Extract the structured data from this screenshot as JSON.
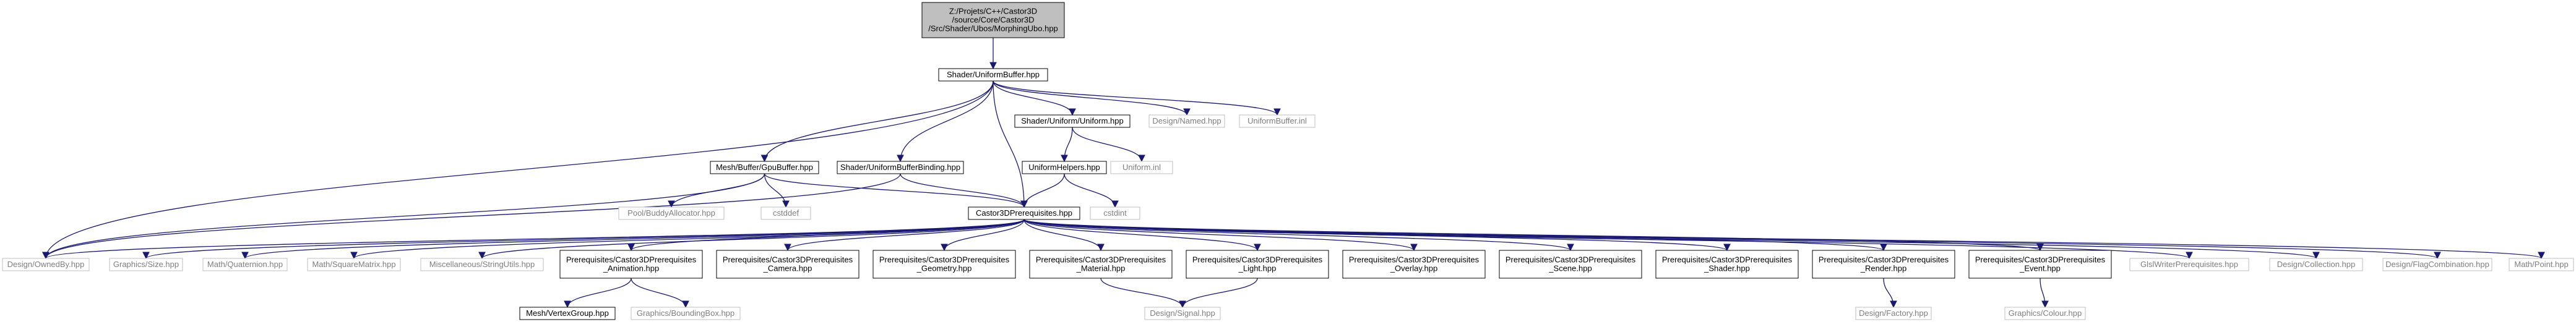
{
  "colors": {
    "edge": "#191970",
    "node_border": "#000000",
    "node_border_light": "#bfbfbf",
    "node_fill": "#ffffff",
    "root_fill": "#bfbfbf",
    "text": "#000000",
    "text_light": "#7f7f7f"
  },
  "nodes": [
    {
      "id": "root",
      "lines": [
        "Z:/Projets/C++/Castor3D",
        "/source/Core/Castor3D",
        "/Src/Shader/Ubos/MorphingUbo.hpp"
      ],
      "kind": "root"
    },
    {
      "id": "uniform_buffer",
      "lines": [
        "Shader/UniformBuffer.hpp"
      ],
      "kind": "documented"
    },
    {
      "id": "gpu_buffer",
      "lines": [
        "Mesh/Buffer/GpuBuffer.hpp"
      ],
      "kind": "documented"
    },
    {
      "id": "ub_binding",
      "lines": [
        "Shader/UniformBufferBinding.hpp"
      ],
      "kind": "documented"
    },
    {
      "id": "uniform",
      "lines": [
        "Shader/Uniform/Uniform.hpp"
      ],
      "kind": "documented"
    },
    {
      "id": "named",
      "lines": [
        "Design/Named.hpp"
      ],
      "kind": "external"
    },
    {
      "id": "ub_inl",
      "lines": [
        "UniformBuffer.inl"
      ],
      "kind": "external"
    },
    {
      "id": "uniform_helpers",
      "lines": [
        "UniformHelpers.hpp"
      ],
      "kind": "documented"
    },
    {
      "id": "uniform_inl",
      "lines": [
        "Uniform.inl"
      ],
      "kind": "external"
    },
    {
      "id": "pool_buddy",
      "lines": [
        "Pool/BuddyAllocator.hpp"
      ],
      "kind": "external"
    },
    {
      "id": "cstddef",
      "lines": [
        "cstddef"
      ],
      "kind": "external"
    },
    {
      "id": "cstdint",
      "lines": [
        "cstdint"
      ],
      "kind": "external"
    },
    {
      "id": "c3d_prereq",
      "lines": [
        "Castor3DPrerequisites.hpp"
      ],
      "kind": "documented"
    },
    {
      "id": "owned_by",
      "lines": [
        "Design/OwnedBy.hpp"
      ],
      "kind": "external"
    },
    {
      "id": "gfx_size",
      "lines": [
        "Graphics/Size.hpp"
      ],
      "kind": "external"
    },
    {
      "id": "quaternion",
      "lines": [
        "Math/Quaternion.hpp"
      ],
      "kind": "external"
    },
    {
      "id": "square_matrix",
      "lines": [
        "Math/SquareMatrix.hpp"
      ],
      "kind": "external"
    },
    {
      "id": "string_utils",
      "lines": [
        "Miscellaneous/StringUtils.hpp"
      ],
      "kind": "external"
    },
    {
      "id": "p_animation",
      "lines": [
        "Prerequisites/Castor3DPrerequisites",
        "_Animation.hpp"
      ],
      "kind": "documented"
    },
    {
      "id": "p_camera",
      "lines": [
        "Prerequisites/Castor3DPrerequisites",
        "_Camera.hpp"
      ],
      "kind": "documented"
    },
    {
      "id": "p_geometry",
      "lines": [
        "Prerequisites/Castor3DPrerequisites",
        "_Geometry.hpp"
      ],
      "kind": "documented"
    },
    {
      "id": "p_material",
      "lines": [
        "Prerequisites/Castor3DPrerequisites",
        "_Material.hpp"
      ],
      "kind": "documented"
    },
    {
      "id": "p_light",
      "lines": [
        "Prerequisites/Castor3DPrerequisites",
        "_Light.hpp"
      ],
      "kind": "documented"
    },
    {
      "id": "p_overlay",
      "lines": [
        "Prerequisites/Castor3DPrerequisites",
        "_Overlay.hpp"
      ],
      "kind": "documented"
    },
    {
      "id": "p_scene",
      "lines": [
        "Prerequisites/Castor3DPrerequisites",
        "_Scene.hpp"
      ],
      "kind": "documented"
    },
    {
      "id": "p_shader",
      "lines": [
        "Prerequisites/Castor3DPrerequisites",
        "_Shader.hpp"
      ],
      "kind": "documented"
    },
    {
      "id": "p_render",
      "lines": [
        "Prerequisites/Castor3DPrerequisites",
        "_Render.hpp"
      ],
      "kind": "documented"
    },
    {
      "id": "p_event",
      "lines": [
        "Prerequisites/Castor3DPrerequisites",
        "_Event.hpp"
      ],
      "kind": "documented"
    },
    {
      "id": "glsl_writer",
      "lines": [
        "GlslWriterPrerequisites.hpp"
      ],
      "kind": "external"
    },
    {
      "id": "collection",
      "lines": [
        "Design/Collection.hpp"
      ],
      "kind": "external"
    },
    {
      "id": "flag_combination",
      "lines": [
        "Design/FlagCombination.hpp"
      ],
      "kind": "external"
    },
    {
      "id": "math_point",
      "lines": [
        "Math/Point.hpp"
      ],
      "kind": "external"
    },
    {
      "id": "vertex_group",
      "lines": [
        "Mesh/VertexGroup.hpp"
      ],
      "kind": "documented"
    },
    {
      "id": "bounding_box",
      "lines": [
        "Graphics/BoundingBox.hpp"
      ],
      "kind": "external"
    },
    {
      "id": "signal",
      "lines": [
        "Design/Signal.hpp"
      ],
      "kind": "external"
    },
    {
      "id": "factory",
      "lines": [
        "Design/Factory.hpp"
      ],
      "kind": "external"
    },
    {
      "id": "colour",
      "lines": [
        "Graphics/Colour.hpp"
      ],
      "kind": "external"
    }
  ],
  "edges": [
    [
      "root",
      "uniform_buffer"
    ],
    [
      "uniform_buffer",
      "gpu_buffer"
    ],
    [
      "uniform_buffer",
      "ub_binding"
    ],
    [
      "uniform_buffer",
      "uniform"
    ],
    [
      "uniform_buffer",
      "named"
    ],
    [
      "uniform_buffer",
      "ub_inl"
    ],
    [
      "uniform_buffer",
      "c3d_prereq"
    ],
    [
      "uniform_buffer",
      "owned_by"
    ],
    [
      "gpu_buffer",
      "pool_buddy"
    ],
    [
      "gpu_buffer",
      "cstddef"
    ],
    [
      "gpu_buffer",
      "c3d_prereq"
    ],
    [
      "gpu_buffer",
      "owned_by"
    ],
    [
      "ub_binding",
      "c3d_prereq"
    ],
    [
      "ub_binding",
      "owned_by"
    ],
    [
      "uniform",
      "uniform_helpers"
    ],
    [
      "uniform",
      "uniform_inl"
    ],
    [
      "uniform_helpers",
      "c3d_prereq"
    ],
    [
      "uniform_helpers",
      "cstdint"
    ],
    [
      "c3d_prereq",
      "owned_by"
    ],
    [
      "c3d_prereq",
      "gfx_size"
    ],
    [
      "c3d_prereq",
      "quaternion"
    ],
    [
      "c3d_prereq",
      "square_matrix"
    ],
    [
      "c3d_prereq",
      "string_utils"
    ],
    [
      "c3d_prereq",
      "p_animation"
    ],
    [
      "c3d_prereq",
      "p_camera"
    ],
    [
      "c3d_prereq",
      "p_geometry"
    ],
    [
      "c3d_prereq",
      "p_material"
    ],
    [
      "c3d_prereq",
      "p_light"
    ],
    [
      "c3d_prereq",
      "p_overlay"
    ],
    [
      "c3d_prereq",
      "p_scene"
    ],
    [
      "c3d_prereq",
      "p_shader"
    ],
    [
      "c3d_prereq",
      "p_render"
    ],
    [
      "c3d_prereq",
      "p_event"
    ],
    [
      "c3d_prereq",
      "glsl_writer"
    ],
    [
      "c3d_prereq",
      "collection"
    ],
    [
      "c3d_prereq",
      "flag_combination"
    ],
    [
      "c3d_prereq",
      "math_point"
    ],
    [
      "p_animation",
      "vertex_group"
    ],
    [
      "p_animation",
      "bounding_box"
    ],
    [
      "p_material",
      "signal"
    ],
    [
      "p_light",
      "signal"
    ],
    [
      "p_render",
      "factory"
    ],
    [
      "p_event",
      "colour"
    ]
  ]
}
